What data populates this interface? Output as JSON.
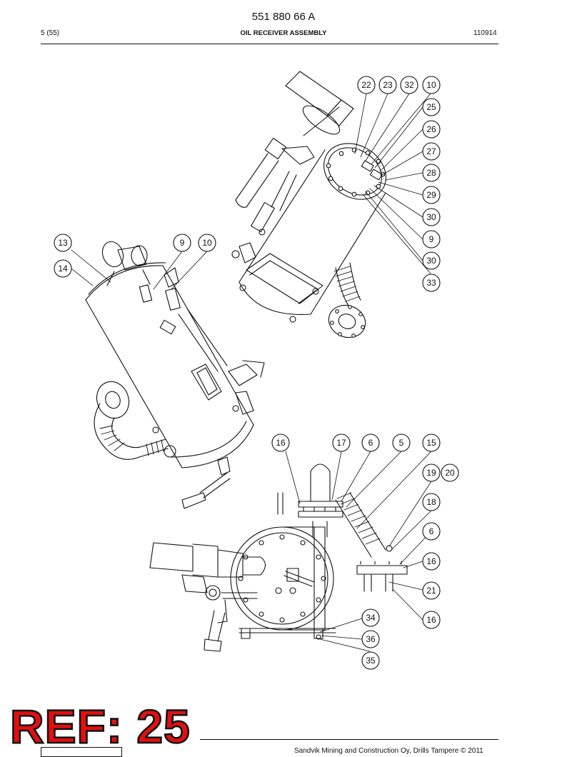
{
  "header": {
    "doc_number": "551 880 66 A",
    "page": "5 (55)",
    "title": "OIL RECEIVER ASSEMBLY",
    "date": "110914"
  },
  "footer": {
    "copyright": "Sandvik Mining and Construction Oy, Drills Tampere © 2011",
    "ref_stamp": "REF: 25"
  },
  "callouts": {
    "view1": [
      "22",
      "23",
      "32",
      "10",
      "25",
      "26",
      "27",
      "28",
      "29",
      "30",
      "9",
      "30",
      "33"
    ],
    "view2": [
      "13",
      "14",
      "9",
      "10"
    ],
    "view3": [
      "16",
      "17",
      "6",
      "5",
      "15",
      "19",
      "20",
      "18",
      "6",
      "16",
      "21",
      "16",
      "34",
      "36",
      "35"
    ]
  }
}
